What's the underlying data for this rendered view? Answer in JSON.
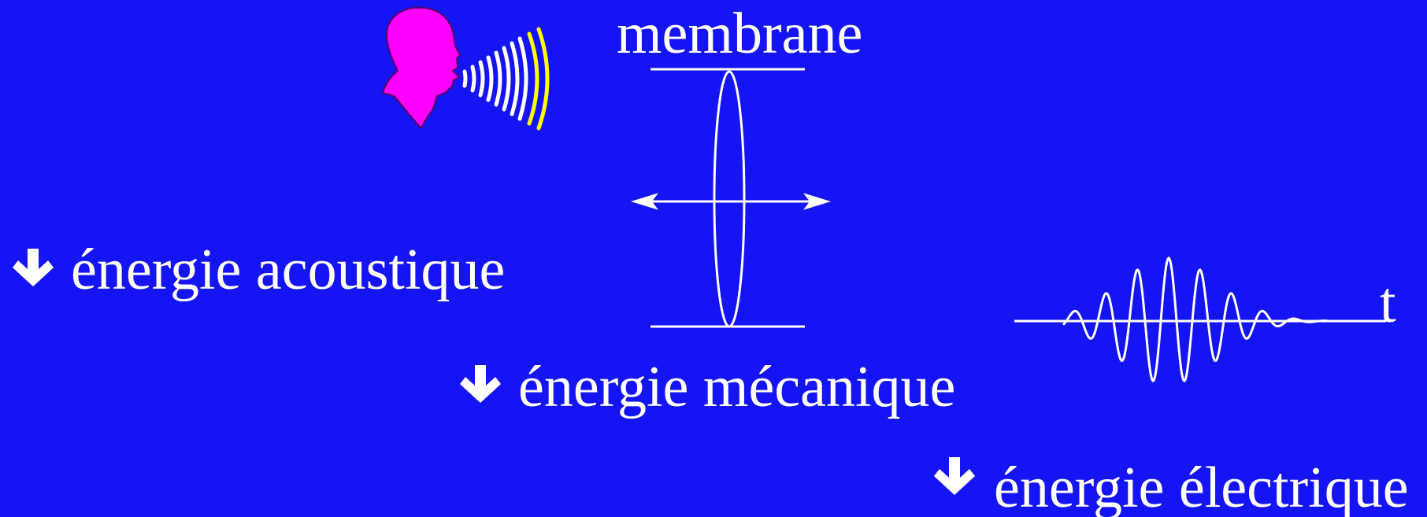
{
  "labels": {
    "membrane": "membrane",
    "time_axis": "t",
    "acoustic": "énergie acoustique",
    "mechanical": "énergie mécanique",
    "electrical": "énergie électrique"
  },
  "icons": {
    "speaker": "head-speaking-icon",
    "step_arrow": "arrow-down-icon",
    "motion": "double-arrow-icon"
  },
  "colors": {
    "background": "#1414f5",
    "foreground": "#ffffff",
    "head": "#ff00ff",
    "sound_wave_outer": "#ffff00"
  }
}
